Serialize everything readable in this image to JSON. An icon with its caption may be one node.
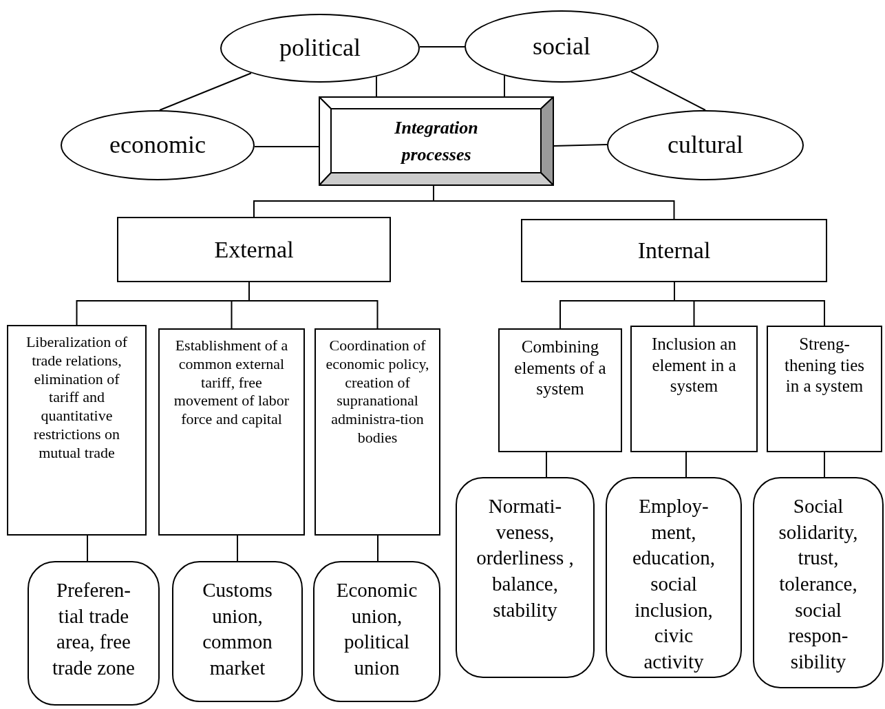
{
  "diagram": {
    "nodes": [
      {
        "text": [
          "political"
        ]
      },
      {
        "text": [
          "social"
        ]
      },
      {
        "text": [
          "economic"
        ]
      },
      {
        "text": [
          "Integration processes"
        ]
      },
      {
        "text": [
          "cultural"
        ]
      },
      {
        "text": [
          "External"
        ]
      },
      {
        "text": [
          "Internal"
        ]
      },
      {
        "text": [
          "Liberalization of trade relations, elimination of tariff and quantitative restrictions on mutual trade"
        ]
      },
      {
        "text": [
          "Establishment of a common external tariff, free movement of labor force and capital"
        ]
      },
      {
        "text": [
          "Coordination of economic policy, creation of supranational administra-tion bodies"
        ]
      },
      {
        "text": [
          "Combining elements of a system"
        ]
      },
      {
        "text": [
          "Inclusion an element in a system"
        ]
      },
      {
        "text": [
          "Streng-thening ties in a system"
        ]
      },
      {
        "text": [
          "Preferen-tial trade area, free trade zone"
        ]
      },
      {
        "text": [
          "Customs union, common market"
        ]
      },
      {
        "text": [
          "Economic union, political union"
        ]
      },
      {
        "text": [
          "Normati-veness, orderliness , balance, stability"
        ]
      },
      {
        "text": [
          "Employ-ment, education, social inclusion, civic activity"
        ]
      },
      {
        "text": [
          "Social solidarity, trust, tolerance, social respon-sibility"
        ]
      }
    ],
    "edges": [
      {
        "from": 0,
        "to": 1,
        "arrow": "none"
      },
      {
        "from": 0,
        "to": 2,
        "arrow": "none"
      },
      {
        "from": 0,
        "to": 3,
        "arrow": "none"
      },
      {
        "from": 1,
        "to": 3,
        "arrow": "none"
      },
      {
        "from": 1,
        "to": 4,
        "arrow": "none"
      },
      {
        "from": 2,
        "to": 3,
        "arrow": "none"
      },
      {
        "from": 3,
        "to": 4,
        "arrow": "none"
      },
      {
        "from": 3,
        "to": 5,
        "arrow": "none"
      },
      {
        "from": 3,
        "to": 6,
        "arrow": "none"
      },
      {
        "from": 5,
        "to": 7,
        "arrow": "none"
      },
      {
        "from": 5,
        "to": 8,
        "arrow": "none"
      },
      {
        "from": 5,
        "to": 9,
        "arrow": "none"
      },
      {
        "from": 6,
        "to": 10,
        "arrow": "none"
      },
      {
        "from": 6,
        "to": 11,
        "arrow": "none"
      },
      {
        "from": 6,
        "to": 12,
        "arrow": "none"
      },
      {
        "from": 7,
        "to": 13,
        "arrow": "none"
      },
      {
        "from": 8,
        "to": 14,
        "arrow": "none"
      },
      {
        "from": 9,
        "to": 15,
        "arrow": "none"
      },
      {
        "from": 10,
        "to": 16,
        "arrow": "none"
      },
      {
        "from": 11,
        "to": 17,
        "arrow": "none"
      },
      {
        "from": 12,
        "to": 18,
        "arrow": "none"
      }
    ]
  }
}
